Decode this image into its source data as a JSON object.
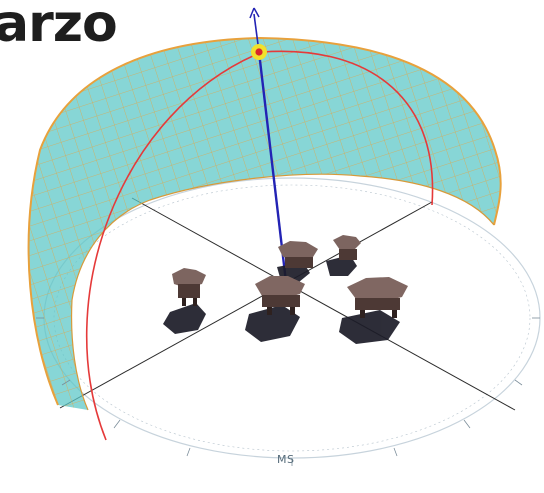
{
  "title": "arzo",
  "compass": {
    "south_label": "MS"
  },
  "colors": {
    "dome_fill": "#59c6c6",
    "dome_grid": "#e8a13c",
    "meridian": "#e53a3a",
    "sun_ray": "#2323b4",
    "sun_marker_outer": "#f2e12a",
    "sun_marker_inner": "#d8262a",
    "buildings": "#5c4440",
    "shadows": "#1c1c28",
    "ground": "#ffffff",
    "axes": "#2b2b2b"
  },
  "icons": {
    "sun": "sun-position-marker",
    "arrow": "sun-direction-arrow"
  }
}
